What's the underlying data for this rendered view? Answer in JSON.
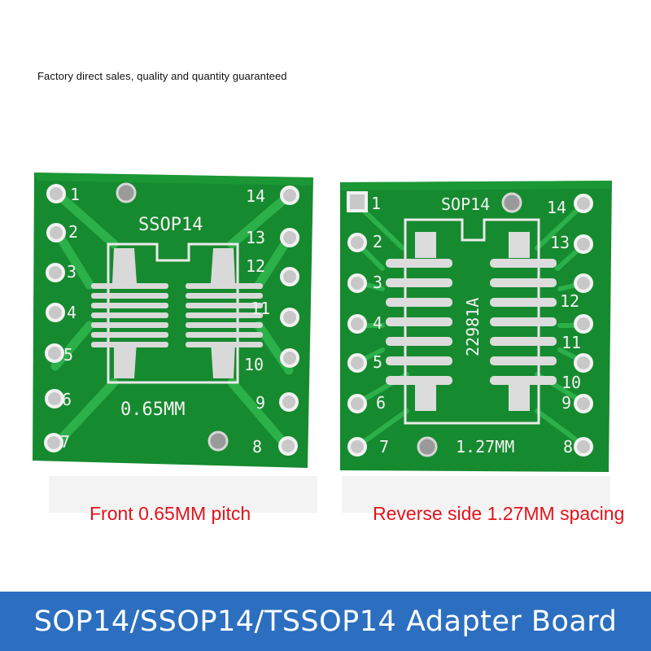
{
  "tagline": "Factory direct sales, quality and quantity guaranteed",
  "front_board": {
    "part_label": "SSOP14",
    "pitch_label": "0.65MM",
    "left_pins": [
      "1",
      "2",
      "3",
      "4",
      "5",
      "6",
      "7"
    ],
    "right_pins": [
      "14",
      "13",
      "12",
      "11",
      "10",
      "9",
      "8"
    ]
  },
  "back_board": {
    "part_label": "SOP14",
    "pitch_label": "1.27MM",
    "code_label": "22981A",
    "left_pins": [
      "1",
      "2",
      "3",
      "4",
      "5",
      "6",
      "7"
    ],
    "right_pins": [
      "14",
      "13",
      "12",
      "11",
      "10",
      "9",
      "8"
    ]
  },
  "captions": {
    "front": "Front 0.65MM pitch",
    "back": "Reverse side 1.27MM spacing"
  },
  "banner": {
    "title": "SOP14/SSOP14/TSSOP14 Adapter Board"
  },
  "colors": {
    "pcb_green": "#17882f",
    "caption_red": "#e4121b",
    "banner_blue": "#2c6fc0"
  }
}
